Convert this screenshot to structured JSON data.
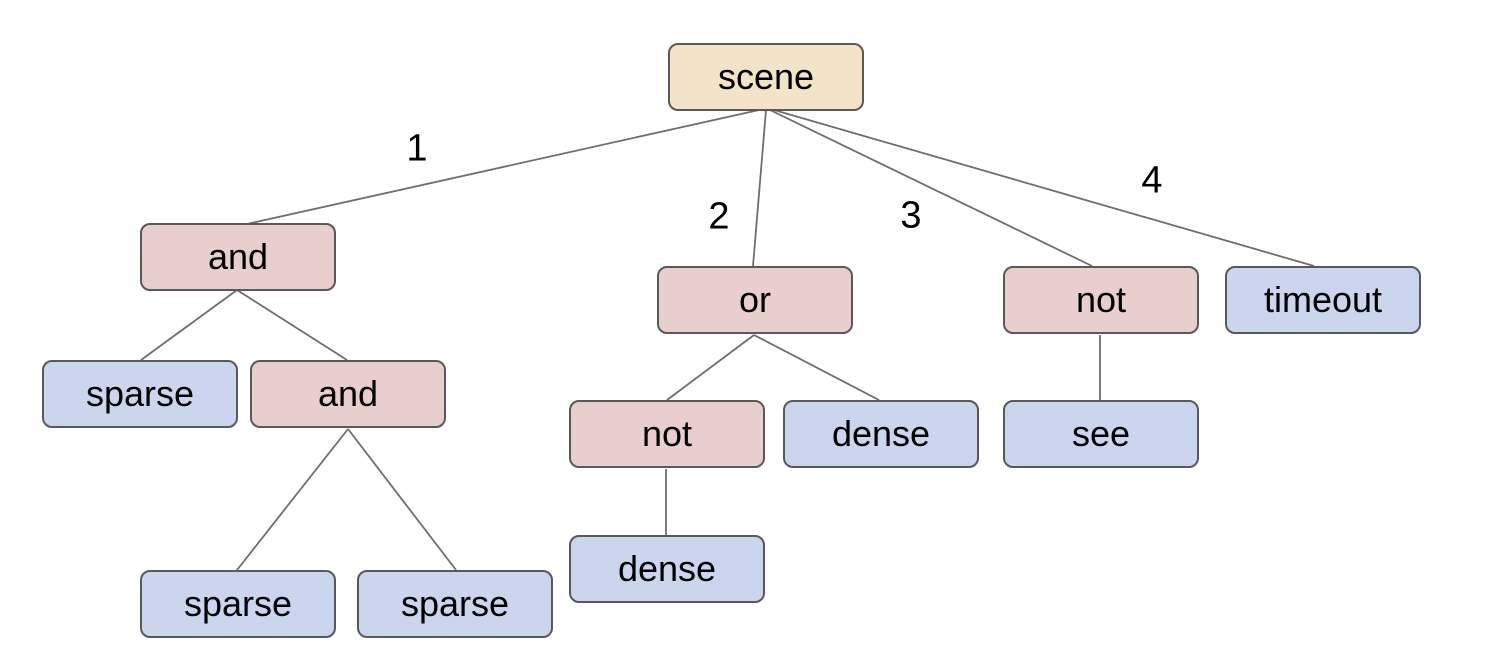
{
  "diagram": {
    "background": "#ffffff",
    "colors": {
      "root_fill": "#f3e3c9",
      "operator_fill": "#e8cecd",
      "leaf_fill": "#cbd5ee",
      "stroke": "#595959",
      "edge": "#6e6e6e"
    },
    "tree": {
      "label": "scene",
      "children": [
        {
          "branch": "1",
          "label": "and",
          "children": [
            {
              "label": "sparse",
              "children": []
            },
            {
              "label": "and",
              "children": [
                {
                  "label": "sparse",
                  "children": []
                },
                {
                  "label": "sparse",
                  "children": []
                }
              ]
            }
          ]
        },
        {
          "branch": "2",
          "label": "or",
          "children": [
            {
              "label": "not",
              "children": [
                {
                  "label": "dense",
                  "children": []
                }
              ]
            },
            {
              "label": "dense",
              "children": []
            }
          ]
        },
        {
          "branch": "3",
          "label": "not",
          "children": [
            {
              "label": "see",
              "children": []
            }
          ]
        },
        {
          "branch": "4",
          "label": "timeout",
          "children": []
        }
      ]
    }
  }
}
